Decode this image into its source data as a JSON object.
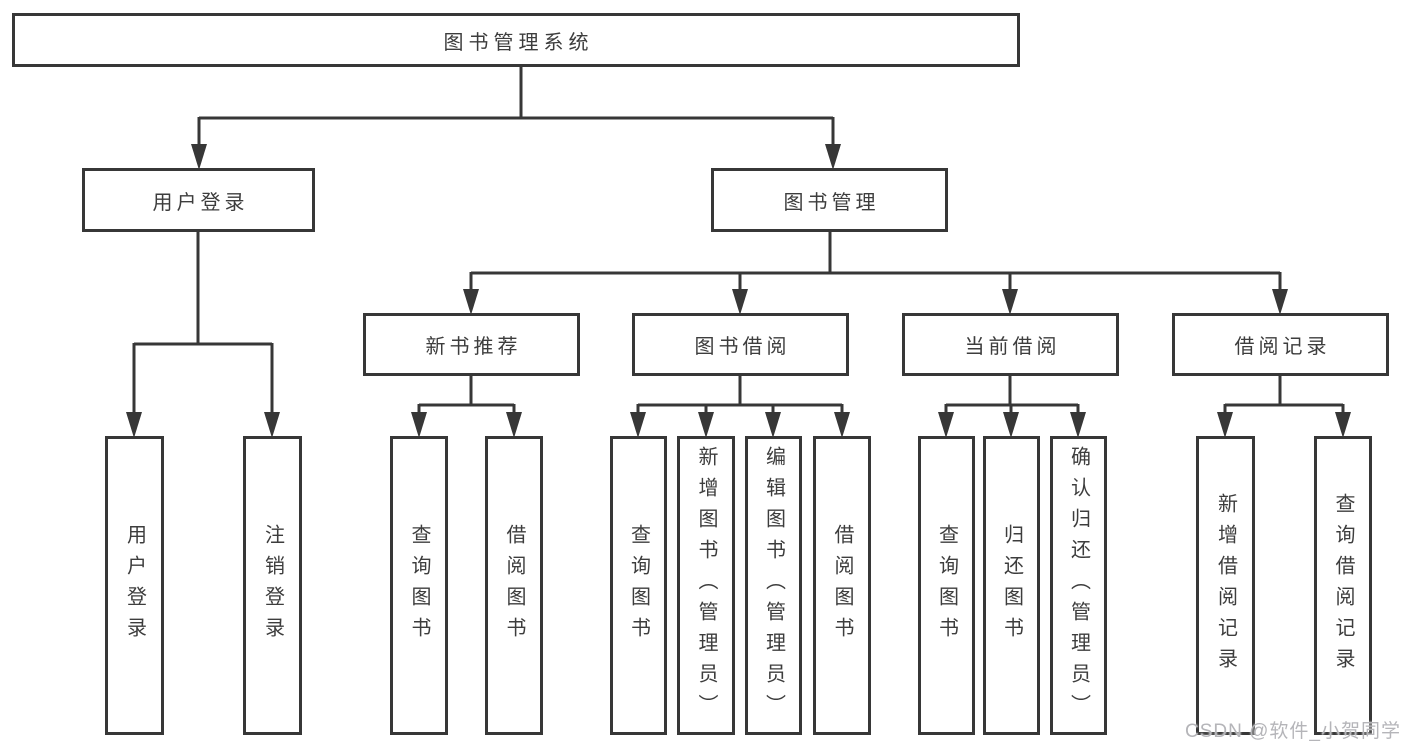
{
  "tree": {
    "root": {
      "label": "图书管理系统",
      "children": [
        {
          "label": "用户登录",
          "children": [
            {
              "label": "用户登录"
            },
            {
              "label": "注销登录"
            }
          ]
        },
        {
          "label": "图书管理",
          "children": [
            {
              "label": "新书推荐",
              "children": [
                {
                  "label": "查询图书"
                },
                {
                  "label": "借阅图书"
                }
              ]
            },
            {
              "label": "图书借阅",
              "children": [
                {
                  "label": "查询图书"
                },
                {
                  "label": "新增图书（管理员）"
                },
                {
                  "label": "编辑图书（管理员）"
                },
                {
                  "label": "借阅图书"
                }
              ]
            },
            {
              "label": "当前借阅",
              "children": [
                {
                  "label": "查询图书"
                },
                {
                  "label": "归还图书"
                },
                {
                  "label": "确认归还（管理员）"
                }
              ]
            },
            {
              "label": "借阅记录",
              "children": [
                {
                  "label": "新增借阅记录"
                },
                {
                  "label": "查询借阅记录"
                }
              ]
            }
          ]
        }
      ]
    }
  },
  "watermark": {
    "text": "CSDN @软件_小贺同学"
  },
  "colors": {
    "line": "#373737",
    "text": "#3d3d3d",
    "background": "#ffffff",
    "watermark": "#b5b5b9"
  }
}
